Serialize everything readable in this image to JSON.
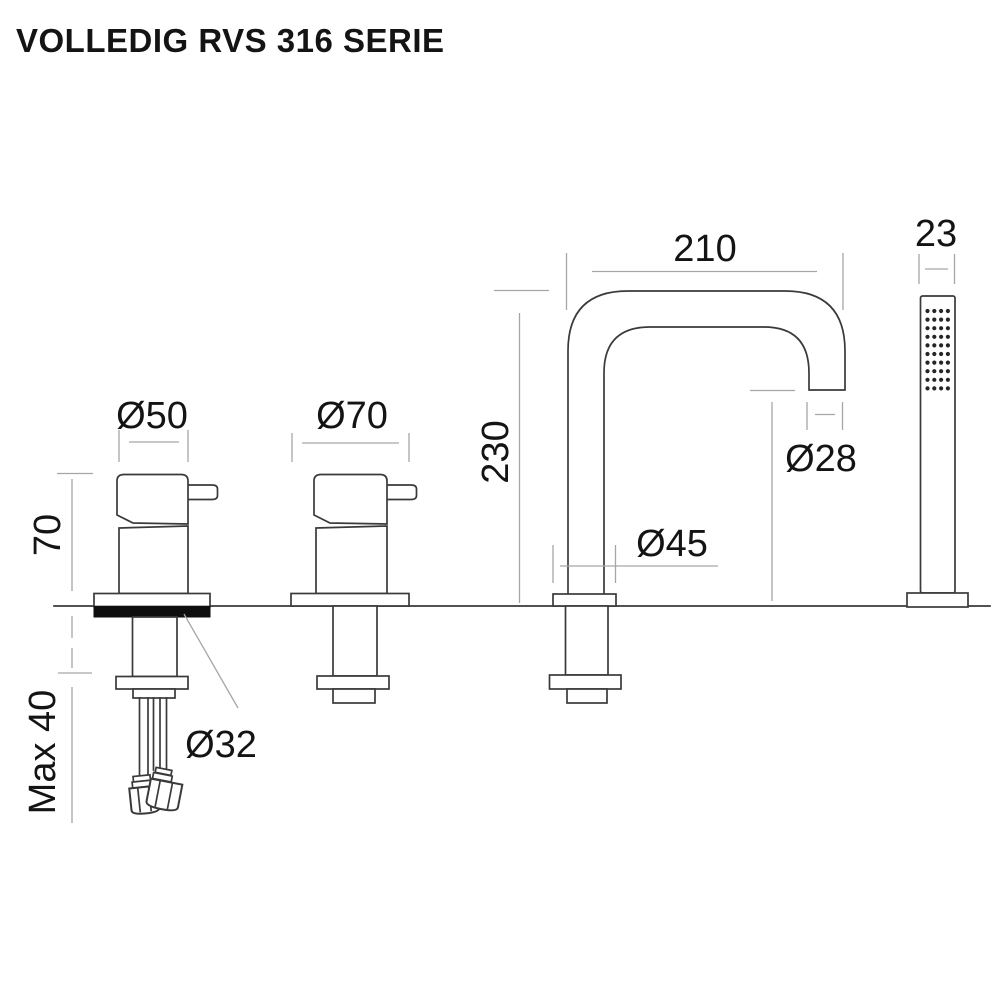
{
  "title": "VOLLEDIG RVS 316 SERIE",
  "labels": {
    "valve1_diameter": "Ø50",
    "valve2_diameter": "Ø70",
    "body_height": "70",
    "max_deck_thickness": "Max 40",
    "mounting_hole_diameter": "Ø32",
    "spout_reach": "210",
    "spout_height": "230",
    "spout_outlet_diameter": "Ø28",
    "spout_base_diameter": "Ø45",
    "handshower_diameter": "23"
  },
  "colors": {
    "outline": "#3a3a3a",
    "dimension_line": "#a6a6a6",
    "text": "#141414",
    "gasket": "#0e0e0e",
    "background": "#ffffff"
  }
}
